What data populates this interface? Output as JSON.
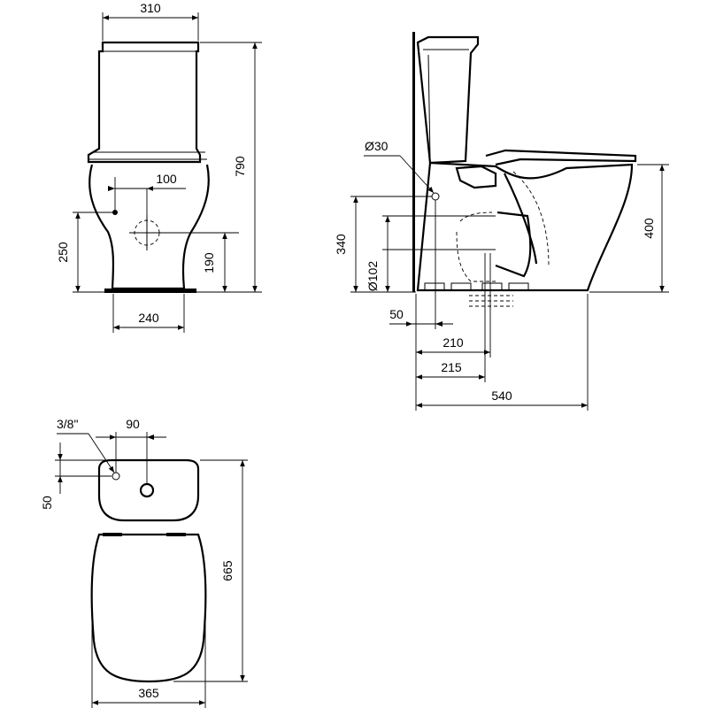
{
  "front_view": {
    "dims": {
      "width_top": "310",
      "height_total": "790",
      "inlet_offset": "100",
      "inlet_height": "250",
      "outlet_height": "190",
      "base_width": "240"
    }
  },
  "side_view": {
    "dims": {
      "inlet_diameter": "Ø30",
      "inlet_height": "340",
      "outlet_diameter": "Ø102",
      "seat_height": "400",
      "inlet_setback": "50",
      "outlet_setback_a": "210",
      "outlet_setback_b": "215",
      "depth_total": "540"
    }
  },
  "top_view": {
    "dims": {
      "connection_size": "3/8\"",
      "connection_spacing": "90",
      "connection_offset": "50",
      "length_total": "665",
      "width_total": "365"
    }
  }
}
